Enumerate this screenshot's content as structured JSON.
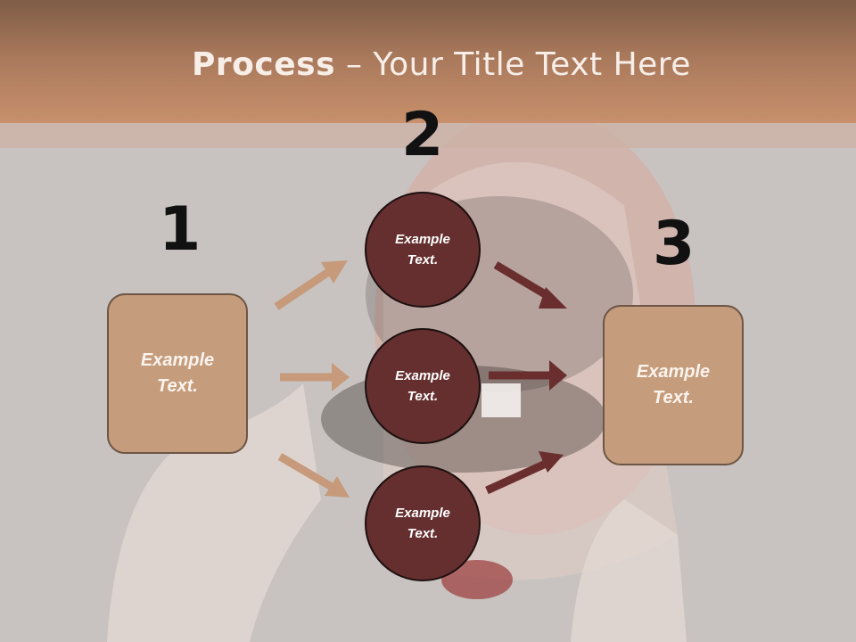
{
  "slide": {
    "title_bold": "Process",
    "title_dash": " – ",
    "title_rest": "Your Title Text Here"
  },
  "steps": {
    "step1": {
      "number": "1",
      "text": "Example Text."
    },
    "step2": {
      "number": "2",
      "circles": [
        {
          "text": "Example Text."
        },
        {
          "text": "Example Text."
        },
        {
          "text": "Example Text."
        }
      ]
    },
    "step3": {
      "number": "3",
      "text": "Example Text."
    }
  },
  "colors": {
    "header": "#b07f60",
    "box_fill": "#c59c7c",
    "circle_fill": "#652f2f",
    "arrow_in": "#c69a7a",
    "arrow_out": "#6a2e2e"
  }
}
